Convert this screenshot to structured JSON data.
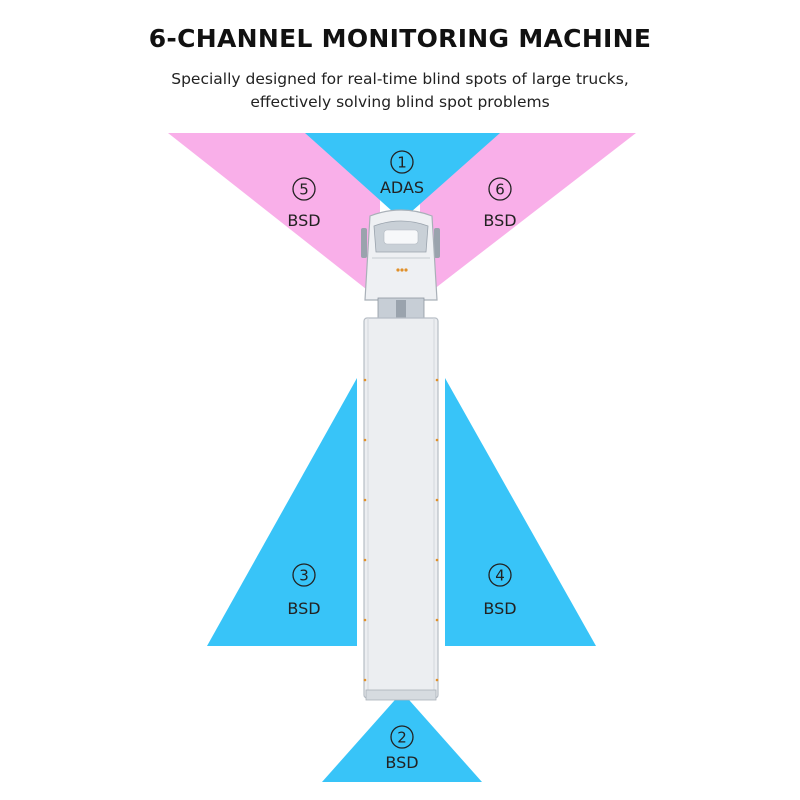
{
  "header": {
    "title": "6-CHANNEL MONITORING MACHINE",
    "subtitle_line1": "Specially designed for real-time blind spots of large trucks,",
    "subtitle_line2": "effectively solving blind spot problems"
  },
  "colors": {
    "cyan": "#38c4f8",
    "pink": "#f9afe9",
    "truck": "#eceef1"
  },
  "zones": [
    {
      "number": "1",
      "label": "ADAS",
      "color": "cyan"
    },
    {
      "number": "2",
      "label": "BSD",
      "color": "cyan"
    },
    {
      "number": "3",
      "label": "BSD",
      "color": "cyan"
    },
    {
      "number": "4",
      "label": "BSD",
      "color": "cyan"
    },
    {
      "number": "5",
      "label": "BSD",
      "color": "pink"
    },
    {
      "number": "6",
      "label": "BSD",
      "color": "pink"
    }
  ]
}
